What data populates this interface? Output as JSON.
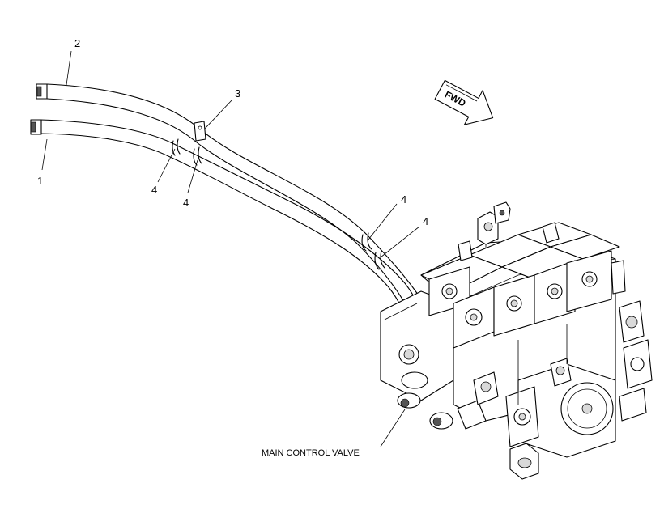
{
  "callouts": {
    "c1": "1",
    "c2": "2",
    "c3": "3",
    "c4a": "4",
    "c4b": "4",
    "c4c": "4",
    "c4d": "4"
  },
  "labels": {
    "main_control_valve": "MAIN CONTROL VALVE",
    "direction": "FWD"
  },
  "icons": {
    "direction_arrow": "forward-direction-arrow-icon"
  }
}
